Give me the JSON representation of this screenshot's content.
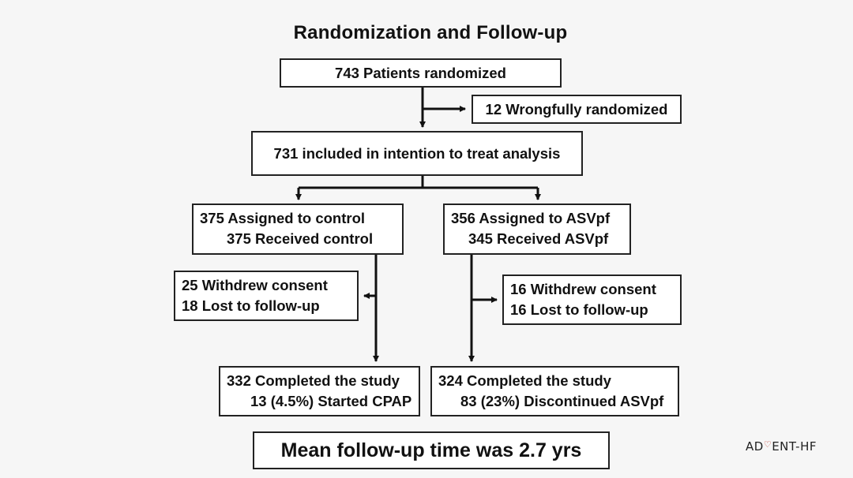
{
  "title": "Randomization and Follow-up",
  "randomized": "743 Patients randomized",
  "wrongful": "12 Wrongfully randomized",
  "itt": "731 included in intention to treat analysis",
  "control": {
    "assigned": "375 Assigned to control",
    "received": "375 Received control",
    "withdrew": "25 Withdrew consent",
    "lost": "18 Lost to follow-up",
    "completed": "332 Completed the study",
    "extra": "13 (4.5%) Started CPAP"
  },
  "asv": {
    "assigned": "356 Assigned to ASVpf",
    "received": "345 Received ASVpf",
    "withdrew": "16 Withdrew consent",
    "lost": "16 Lost to follow-up",
    "completed": "324 Completed the study",
    "extra": "83 (23%) Discontinued ASVpf"
  },
  "footer": "Mean follow-up time was 2.7 yrs",
  "logo": {
    "prefix": "AD",
    "heart": "♡",
    "suffix": "ENT-HF"
  }
}
